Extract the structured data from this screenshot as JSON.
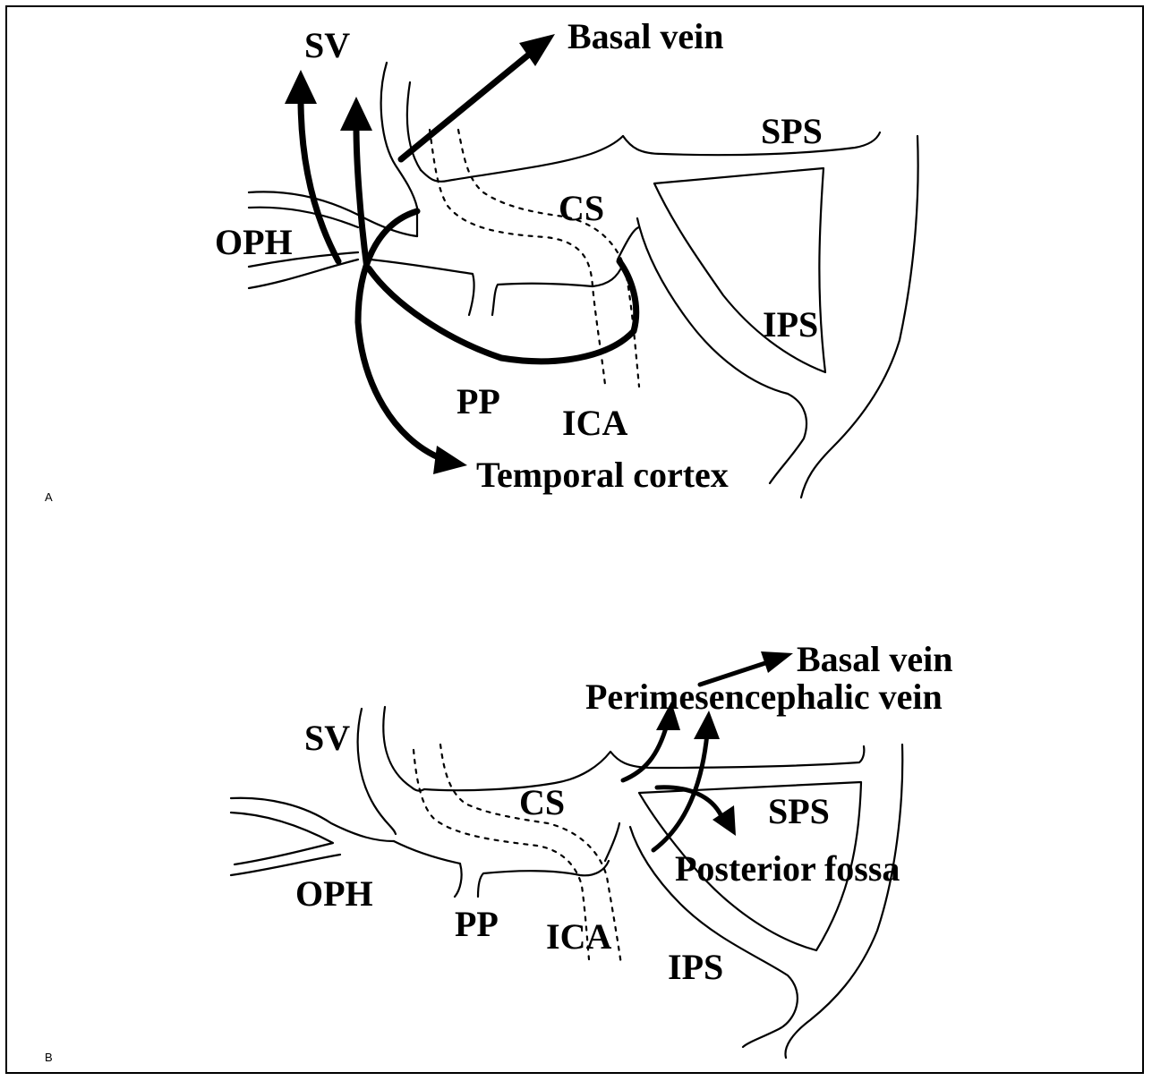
{
  "panels": [
    {
      "id": "A",
      "label": "A",
      "structures": {
        "sv": "SV",
        "basal": "Basal vein",
        "sps": "SPS",
        "cs": "CS",
        "oph": "OPH",
        "ips": "IPS",
        "pp": "PP",
        "ica": "ICA",
        "temporal": "Temporal cortex"
      }
    },
    {
      "id": "B",
      "label": "B",
      "structures": {
        "basal": "Basal vein",
        "perimes": "Perimesencephalic vein",
        "sv": "SV",
        "cs": "CS",
        "sps": "SPS",
        "posterior": "Posterior fossa",
        "oph": "OPH",
        "pp": "PP",
        "ica": "ICA",
        "ips": "IPS"
      }
    }
  ]
}
